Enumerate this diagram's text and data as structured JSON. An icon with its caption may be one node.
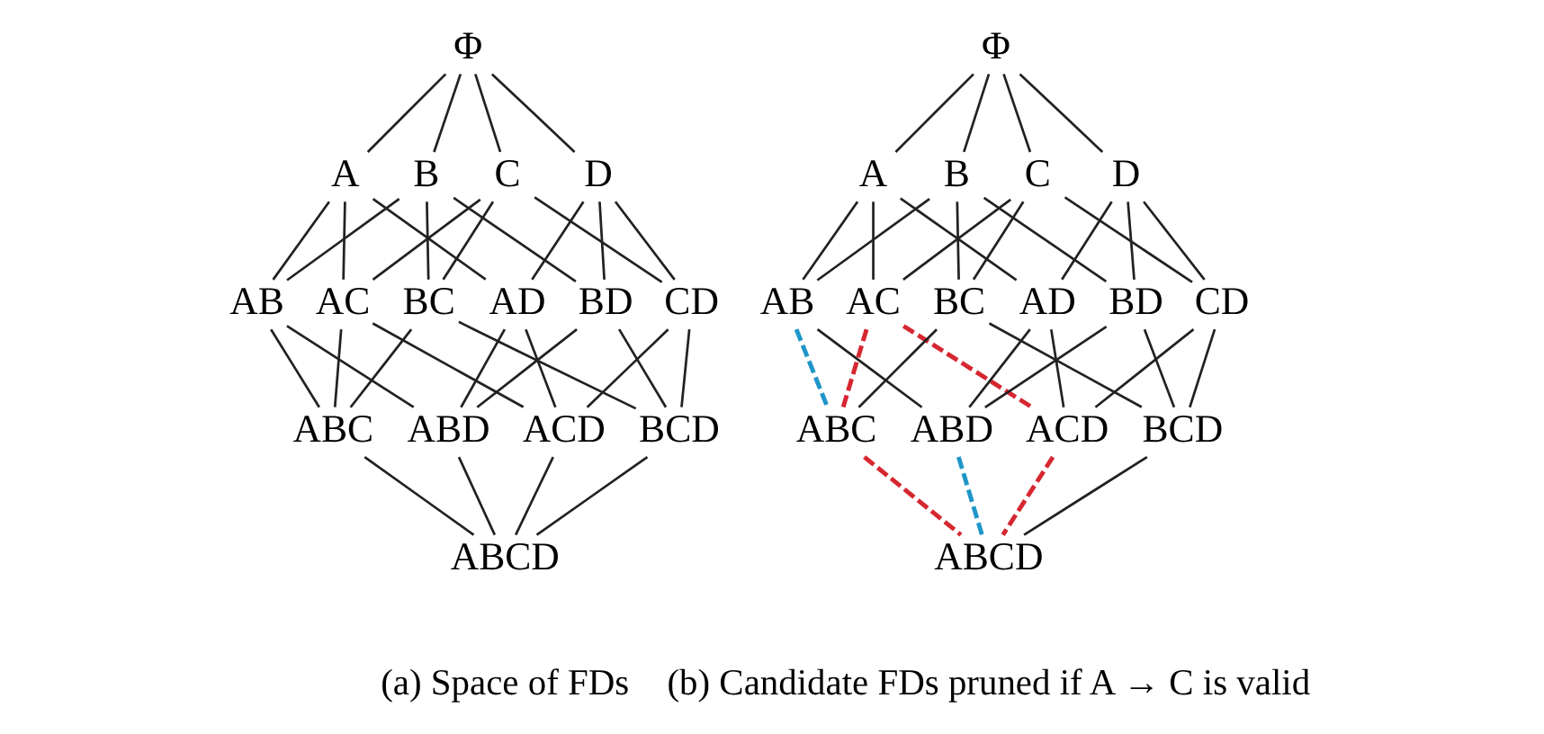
{
  "diagram": {
    "nodes": [
      {
        "text": [
          "Φ"
        ]
      },
      {
        "text": [
          "A"
        ]
      },
      {
        "text": [
          "B"
        ]
      },
      {
        "text": [
          "C"
        ]
      },
      {
        "text": [
          "D"
        ]
      },
      {
        "text": [
          "AB"
        ]
      },
      {
        "text": [
          "AC"
        ]
      },
      {
        "text": [
          "AD"
        ]
      },
      {
        "text": [
          "BC"
        ]
      },
      {
        "text": [
          "BD"
        ]
      },
      {
        "text": [
          "CD"
        ]
      },
      {
        "text": [
          "ABC"
        ]
      },
      {
        "text": [
          "ABD"
        ]
      },
      {
        "text": [
          "ACD"
        ]
      },
      {
        "text": [
          "BCD"
        ]
      },
      {
        "text": [
          "ABCD"
        ]
      },
      {
        "text": [
          "Φ"
        ]
      },
      {
        "text": [
          "A"
        ]
      },
      {
        "text": [
          "B"
        ]
      },
      {
        "text": [
          "C"
        ]
      },
      {
        "text": [
          "D"
        ]
      },
      {
        "text": [
          "AB"
        ]
      },
      {
        "text": [
          "AC"
        ]
      },
      {
        "text": [
          "AD"
        ]
      },
      {
        "text": [
          "BC"
        ]
      },
      {
        "text": [
          "BD"
        ]
      },
      {
        "text": [
          "CD"
        ]
      },
      {
        "text": [
          "ABC"
        ]
      },
      {
        "text": [
          "ABD"
        ]
      },
      {
        "text": [
          "ACD"
        ]
      },
      {
        "text": [
          "BCD"
        ]
      },
      {
        "text": [
          "ABCD"
        ]
      }
    ],
    "edges": [
      {
        "from": 0,
        "to": 1,
        "arrow": "none"
      },
      {
        "from": 0,
        "to": 2,
        "arrow": "none"
      },
      {
        "from": 0,
        "to": 3,
        "arrow": "none"
      },
      {
        "from": 0,
        "to": 4,
        "arrow": "none"
      },
      {
        "from": 1,
        "to": 5,
        "arrow": "none"
      },
      {
        "from": 1,
        "to": 6,
        "arrow": "none"
      },
      {
        "from": 1,
        "to": 7,
        "arrow": "none"
      },
      {
        "from": 2,
        "to": 5,
        "arrow": "none"
      },
      {
        "from": 2,
        "to": 8,
        "arrow": "none"
      },
      {
        "from": 2,
        "to": 9,
        "arrow": "none"
      },
      {
        "from": 3,
        "to": 6,
        "arrow": "none"
      },
      {
        "from": 3,
        "to": 8,
        "arrow": "none"
      },
      {
        "from": 3,
        "to": 10,
        "arrow": "none"
      },
      {
        "from": 4,
        "to": 7,
        "arrow": "none"
      },
      {
        "from": 4,
        "to": 9,
        "arrow": "none"
      },
      {
        "from": 4,
        "to": 10,
        "arrow": "none"
      },
      {
        "from": 5,
        "to": 11,
        "arrow": "none"
      },
      {
        "from": 5,
        "to": 12,
        "arrow": "none"
      },
      {
        "from": 6,
        "to": 11,
        "arrow": "none"
      },
      {
        "from": 6,
        "to": 13,
        "arrow": "none"
      },
      {
        "from": 7,
        "to": 12,
        "arrow": "none"
      },
      {
        "from": 7,
        "to": 13,
        "arrow": "none"
      },
      {
        "from": 8,
        "to": 11,
        "arrow": "none"
      },
      {
        "from": 8,
        "to": 14,
        "arrow": "none"
      },
      {
        "from": 9,
        "to": 12,
        "arrow": "none"
      },
      {
        "from": 9,
        "to": 14,
        "arrow": "none"
      },
      {
        "from": 10,
        "to": 13,
        "arrow": "none"
      },
      {
        "from": 10,
        "to": 14,
        "arrow": "none"
      },
      {
        "from": 11,
        "to": 15,
        "arrow": "none"
      },
      {
        "from": 12,
        "to": 15,
        "arrow": "none"
      },
      {
        "from": 13,
        "to": 15,
        "arrow": "none"
      },
      {
        "from": 14,
        "to": 15,
        "arrow": "none"
      },
      {
        "from": 16,
        "to": 17,
        "arrow": "none"
      },
      {
        "from": 16,
        "to": 18,
        "arrow": "none"
      },
      {
        "from": 16,
        "to": 19,
        "arrow": "none"
      },
      {
        "from": 16,
        "to": 20,
        "arrow": "none"
      },
      {
        "from": 17,
        "to": 21,
        "arrow": "none"
      },
      {
        "from": 17,
        "to": 22,
        "arrow": "none"
      },
      {
        "from": 17,
        "to": 23,
        "arrow": "none"
      },
      {
        "from": 18,
        "to": 21,
        "arrow": "none"
      },
      {
        "from": 18,
        "to": 24,
        "arrow": "none"
      },
      {
        "from": 18,
        "to": 25,
        "arrow": "none"
      },
      {
        "from": 19,
        "to": 22,
        "arrow": "none"
      },
      {
        "from": 19,
        "to": 24,
        "arrow": "none"
      },
      {
        "from": 19,
        "to": 26,
        "arrow": "none"
      },
      {
        "from": 20,
        "to": 23,
        "arrow": "none"
      },
      {
        "from": 20,
        "to": 25,
        "arrow": "none"
      },
      {
        "from": 20,
        "to": 26,
        "arrow": "none"
      },
      {
        "from": 21,
        "to": 27,
        "arrow": "none",
        "style": "dashed",
        "color": "#1f96c8"
      },
      {
        "from": 21,
        "to": 28,
        "arrow": "none"
      },
      {
        "from": 22,
        "to": 27,
        "arrow": "none",
        "style": "dashed",
        "color": "#d62731"
      },
      {
        "from": 22,
        "to": 29,
        "arrow": "none",
        "style": "dashed",
        "color": "#d62731"
      },
      {
        "from": 23,
        "to": 28,
        "arrow": "none"
      },
      {
        "from": 23,
        "to": 29,
        "arrow": "none"
      },
      {
        "from": 24,
        "to": 27,
        "arrow": "none"
      },
      {
        "from": 24,
        "to": 30,
        "arrow": "none"
      },
      {
        "from": 25,
        "to": 28,
        "arrow": "none"
      },
      {
        "from": 25,
        "to": 30,
        "arrow": "none"
      },
      {
        "from": 26,
        "to": 29,
        "arrow": "none"
      },
      {
        "from": 26,
        "to": 30,
        "arrow": "none"
      },
      {
        "from": 27,
        "to": 31,
        "arrow": "none",
        "style": "dashed",
        "color": "#d62731"
      },
      {
        "from": 28,
        "to": 31,
        "arrow": "none",
        "style": "dashed",
        "color": "#1f96c8"
      },
      {
        "from": 29,
        "to": 31,
        "arrow": "none",
        "style": "dashed",
        "color": "#d62731"
      },
      {
        "from": 30,
        "to": 31,
        "arrow": "none"
      }
    ],
    "labels": [
      "(a) Space of FDs",
      "(b) Candidate FDs pruned if A → C is valid"
    ]
  }
}
